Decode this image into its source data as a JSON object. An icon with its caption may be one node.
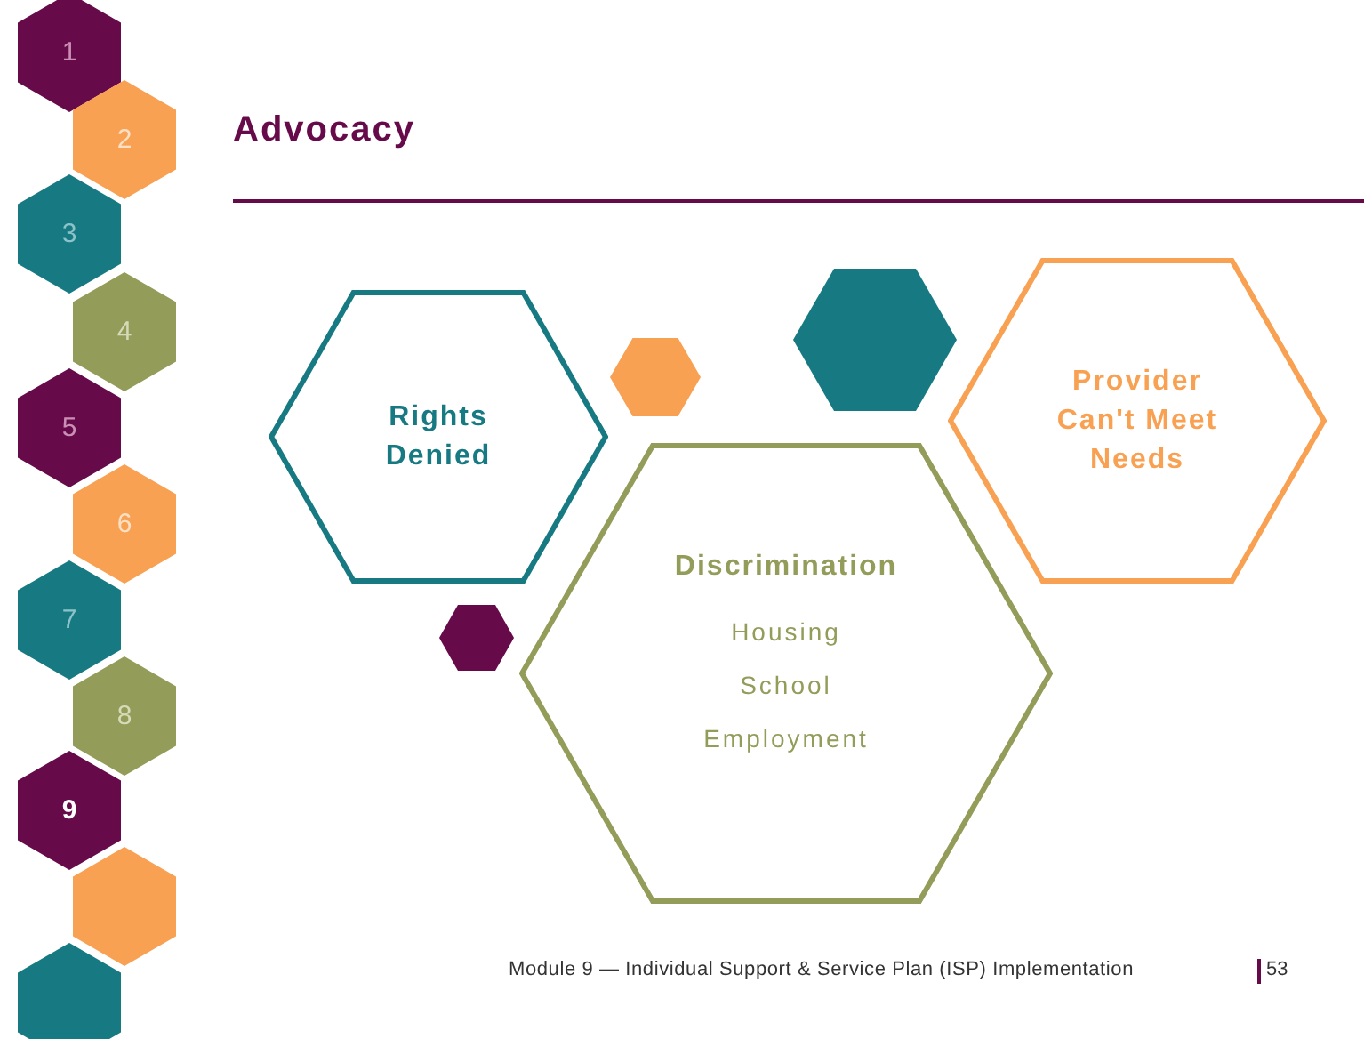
{
  "diagram": {
    "title": "Advocacy",
    "nodes": [
      {
        "text": [
          "1"
        ]
      },
      {
        "text": [
          "2"
        ]
      },
      {
        "text": [
          "3"
        ]
      },
      {
        "text": [
          "4"
        ]
      },
      {
        "text": [
          "5"
        ]
      },
      {
        "text": [
          "6"
        ]
      },
      {
        "text": [
          "7"
        ]
      },
      {
        "text": [
          "8"
        ]
      },
      {
        "text": [
          "9"
        ]
      },
      {
        "text": [],
        "shape": "hexagon"
      },
      {
        "text": [],
        "shape": "hexagon"
      },
      {
        "text": [
          "Rights Denied"
        ]
      },
      {
        "text": [],
        "shape": "hexagon"
      },
      {
        "text": [],
        "shape": "hexagon"
      },
      {
        "text": [
          "Provider Can't Meet Needs"
        ]
      },
      {
        "text": [],
        "shape": "hexagon"
      },
      {
        "text": [
          "Discrimination",
          "Housing",
          "School",
          "Employment"
        ]
      }
    ],
    "edges": [],
    "labels": [
      "Module 9 — Individual Support & Service Plan (ISP) Implementation",
      "53"
    ]
  }
}
